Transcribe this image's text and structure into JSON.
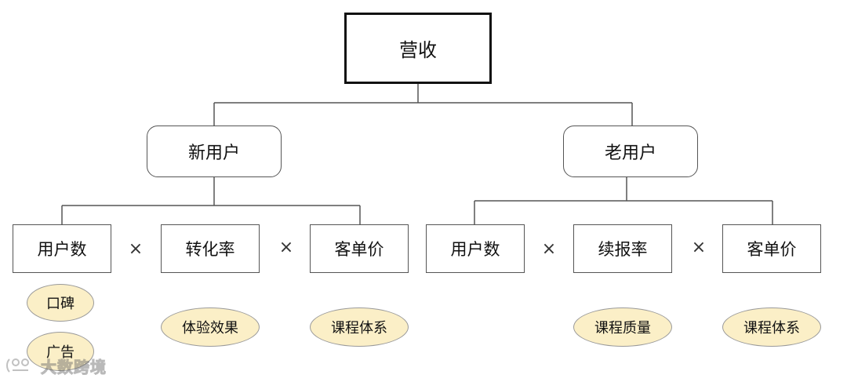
{
  "root": {
    "label": "营收"
  },
  "branches": {
    "new_user": {
      "label": "新用户",
      "factors": [
        "用户数",
        "转化率",
        "客单价"
      ],
      "operators": [
        "×",
        "×"
      ],
      "drivers": {
        "user_count": [
          "口碑",
          "广告"
        ],
        "conversion_rate": [
          "体验效果"
        ],
        "unit_price": [
          "课程体系"
        ]
      }
    },
    "old_user": {
      "label": "老用户",
      "factors": [
        "用户数",
        "续报率",
        "客单价"
      ],
      "operators": [
        "×",
        "×"
      ],
      "drivers": {
        "renewal_rate": [
          "课程质量"
        ],
        "unit_price": [
          "课程体系"
        ]
      }
    }
  },
  "watermark": {
    "text": "大数跨境",
    "icon": "brand-logo-icon"
  },
  "colors": {
    "node_border": "#555555",
    "root_border": "#111111",
    "oval_fill": "#fbefc7",
    "oval_border": "#9a9a9a"
  }
}
